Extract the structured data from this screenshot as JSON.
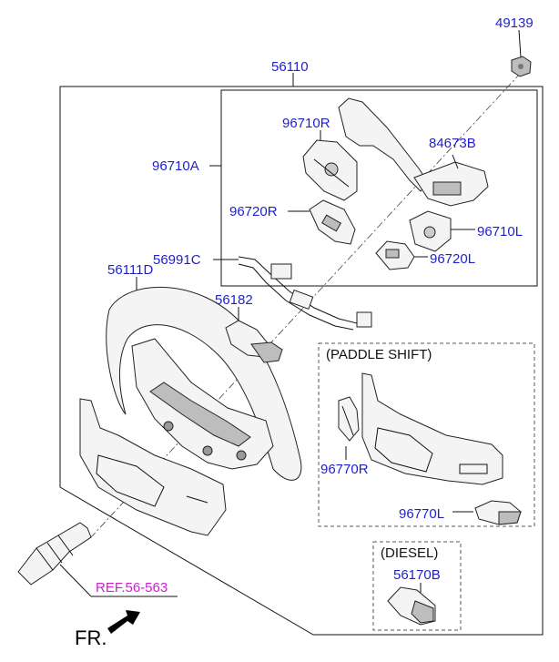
{
  "labels": {
    "p49139": "49139",
    "p56110": "56110",
    "p96710A": "96710A",
    "p96710R": "96710R",
    "p84673B": "84673B",
    "p96720R": "96720R",
    "p96710L": "96710L",
    "p96720L": "96720L",
    "p56991C": "56991C",
    "p56111D": "56111D",
    "p56182": "56182",
    "paddle_title": "(PADDLE SHIFT)",
    "p96770R": "96770R",
    "p96770L": "96770L",
    "diesel_title": "(DIESEL)",
    "p56170B": "56170B",
    "ref": "REF.56-563",
    "fr": "FR."
  },
  "colors": {
    "part_label": "#1f1fcf",
    "ref_label": "#d41bd4",
    "line": "#111111"
  }
}
